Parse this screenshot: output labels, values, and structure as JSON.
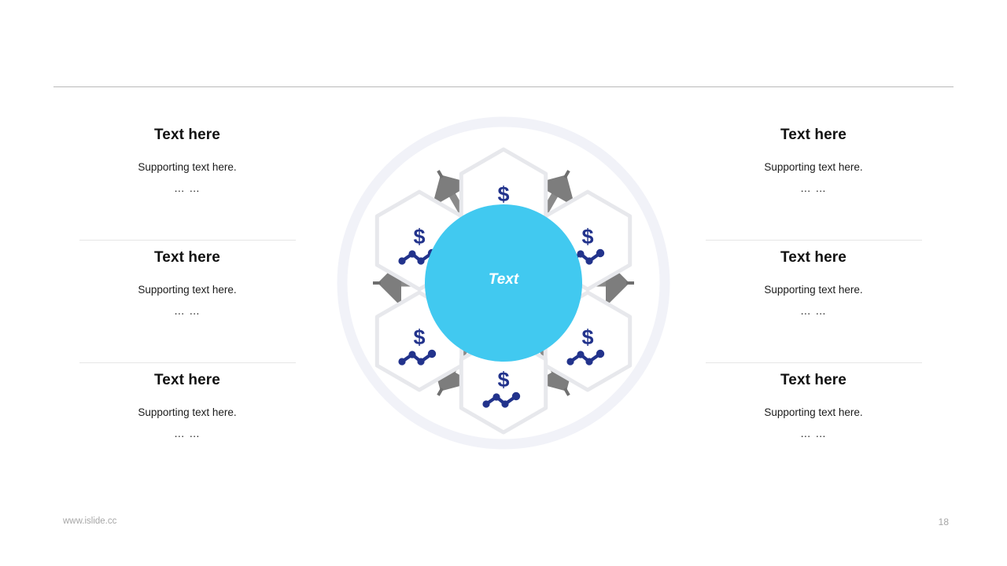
{
  "slide": {
    "footer_url": "www.islide.cc",
    "page_number": "18",
    "colors": {
      "center_circle": "#41c9f0",
      "hexagon_stroke": "#e7e8ec",
      "hexagon_fill": "#ffffff",
      "connector_arrow": "#7f7f7f",
      "outer_ring": "#f1f2f8",
      "icon": "#22338c",
      "divider": "#e6e6e6",
      "top_rule": "#b9b9b9",
      "footer_text": "#a6a6a6"
    }
  },
  "center": {
    "label": "Text",
    "icon_name": "center-circle"
  },
  "left_column": [
    {
      "title": "Text here",
      "subtitle": "Supporting text here.",
      "dots": "… …"
    },
    {
      "title": "Text here",
      "subtitle": "Supporting text here.",
      "dots": "… …"
    },
    {
      "title": "Text here",
      "subtitle": "Supporting text here.",
      "dots": "… …"
    }
  ],
  "right_column": [
    {
      "title": "Text here",
      "subtitle": "Supporting text here.",
      "dots": "… …"
    },
    {
      "title": "Text here",
      "subtitle": "Supporting text here.",
      "dots": "… …"
    },
    {
      "title": "Text here",
      "subtitle": "Supporting text here.",
      "dots": "… …"
    }
  ],
  "hexagons": [
    {
      "position": "top",
      "icon_name": "dollar-trend-icon"
    },
    {
      "position": "upper-left",
      "icon_name": "dollar-trend-icon"
    },
    {
      "position": "upper-right",
      "icon_name": "dollar-trend-icon"
    },
    {
      "position": "lower-left",
      "icon_name": "dollar-trend-icon"
    },
    {
      "position": "lower-right",
      "icon_name": "dollar-trend-icon"
    },
    {
      "position": "bottom",
      "icon_name": "dollar-trend-icon"
    }
  ]
}
